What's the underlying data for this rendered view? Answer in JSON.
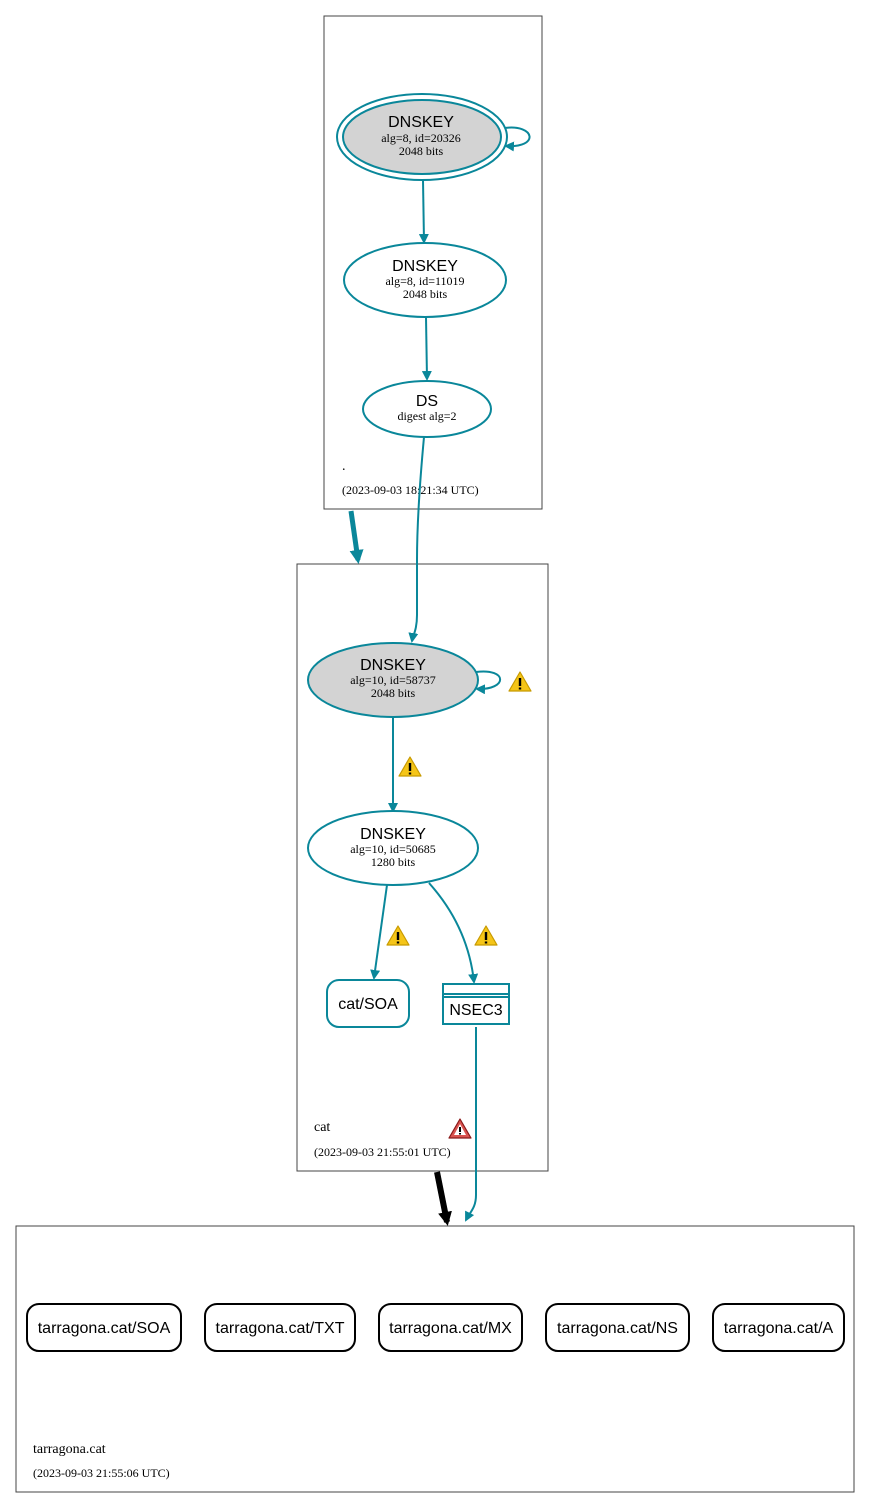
{
  "colors": {
    "secure": "#0a879a",
    "ksk_fill": "#d3d3d3",
    "insecure": "#000000",
    "warning": "#f5c518",
    "error": "#c0392b"
  },
  "zones": {
    "root": {
      "name": ".",
      "timestamp": "(2023-09-03 18:21:34 UTC)",
      "ksk": {
        "title": "DNSKEY",
        "alg": "alg=8, id=20326",
        "bits": "2048 bits"
      },
      "zsk": {
        "title": "DNSKEY",
        "alg": "alg=8, id=11019",
        "bits": "2048 bits"
      },
      "ds": {
        "title": "DS",
        "digest": "digest alg=2"
      }
    },
    "cat": {
      "name": "cat",
      "timestamp": "(2023-09-03 21:55:01 UTC)",
      "ksk": {
        "title": "DNSKEY",
        "alg": "alg=10, id=58737",
        "bits": "2048 bits"
      },
      "zsk": {
        "title": "DNSKEY",
        "alg": "alg=10, id=50685",
        "bits": "1280 bits"
      },
      "soa": "cat/SOA",
      "nsec3": "NSEC3"
    },
    "tarragona": {
      "name": "tarragona.cat",
      "timestamp": "(2023-09-03 21:55:06 UTC)",
      "records": [
        "tarragona.cat/SOA",
        "tarragona.cat/TXT",
        "tarragona.cat/MX",
        "tarragona.cat/NS",
        "tarragona.cat/A"
      ]
    }
  },
  "icons": {
    "warning": "warning-icon",
    "error": "error-icon"
  }
}
